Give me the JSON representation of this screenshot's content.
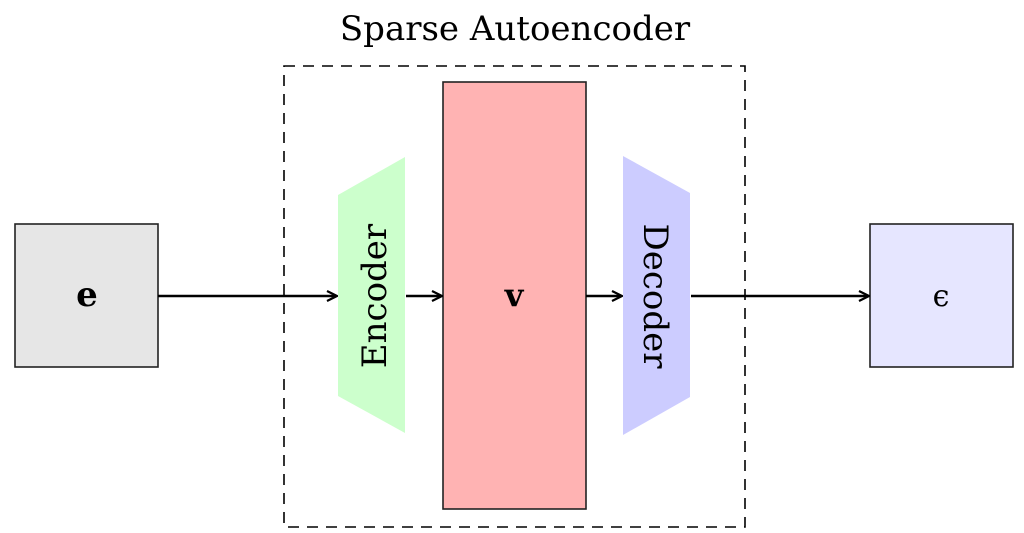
{
  "title": "Sparse Autoencoder",
  "input": {
    "label": "e",
    "fill": "#e6e6e6"
  },
  "encoder": {
    "label": "Encoder",
    "fill": "#ccffcc"
  },
  "latent": {
    "label": "v",
    "fill": "#ffb3b3"
  },
  "decoder": {
    "label": "Decoder",
    "fill": "#ccccff"
  },
  "output": {
    "label": "ϵ",
    "fill": "#e6e6ff"
  }
}
